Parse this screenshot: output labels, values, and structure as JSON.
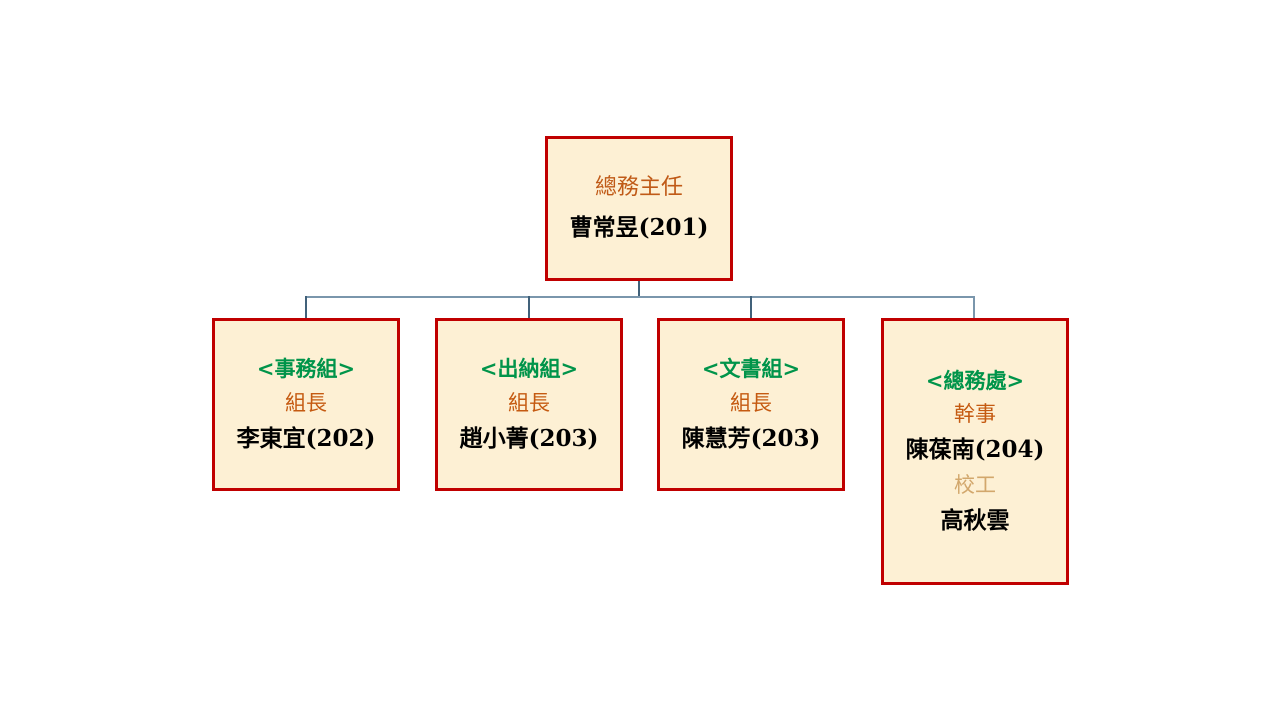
{
  "document": {
    "kind": "organization-chart",
    "background_color": "#FFFFFF"
  },
  "theme": {
    "box_fill": "#FDF0D4",
    "box_border": "#C00000",
    "connector_color": "#7A96AC",
    "group_label_color": "#00944A",
    "role_label_color": "#C55A11",
    "role_label_faded_color": "#D2A76C",
    "title_color": "#C05A17",
    "name_color": "#000000"
  },
  "chart": {
    "root": {
      "title": "總務主任",
      "name": "曹常昱(201)"
    },
    "units": [
      {
        "group": "<事務組>",
        "role": "組長",
        "name": "李東宜(202)"
      },
      {
        "group": "<出納組>",
        "role": "組長",
        "name": "趙小菁(203)"
      },
      {
        "group": "<文書組>",
        "role": "組長",
        "name": "陳慧芳(203)"
      },
      {
        "group": "<總務處>",
        "role": "幹事",
        "name": "陳葆南(204)",
        "role2": "校工",
        "name2": "高秋雲"
      }
    ]
  }
}
